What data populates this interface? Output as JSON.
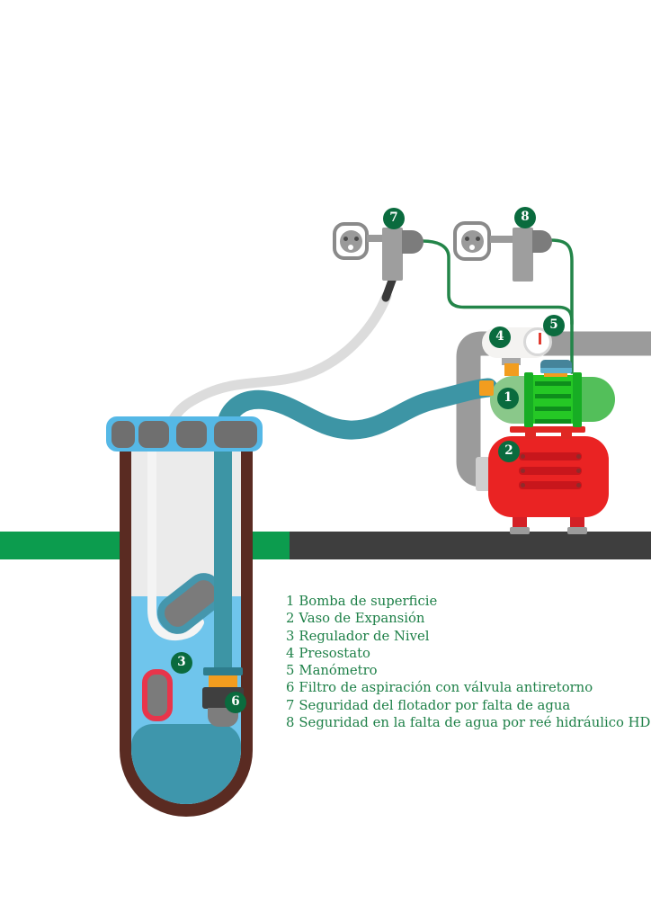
{
  "legend": {
    "items": [
      {
        "num": "1",
        "label": "Bomba de superficie"
      },
      {
        "num": "2",
        "label": "Vaso de Expansión"
      },
      {
        "num": "3",
        "label": "Regulador de Nivel"
      },
      {
        "num": "4",
        "label": "Presostato"
      },
      {
        "num": "5",
        "label": "Manómetro"
      },
      {
        "num": "6",
        "label": "Filtro de aspiración con válvula antiretorno"
      },
      {
        "num": "7",
        "label": "Seguridad del flotador por falta de agua"
      },
      {
        "num": "8",
        "label": "Seguridad en la falta de agua por reé hidráulico HDS"
      }
    ]
  },
  "badges": {
    "b1": "1",
    "b2": "2",
    "b3": "3",
    "b4": "4",
    "b5": "5",
    "b6": "6",
    "b7": "7",
    "b8": "8"
  },
  "palette": {
    "badge_green": "#0A6B3E",
    "legend_green": "#1E8048",
    "cable_green": "#238549",
    "grass_green": "#0C9C4E",
    "ground_dark": "#3E3E3E",
    "well_brown": "#5A2B22",
    "water_blue": "#6FC5EC",
    "deep_water_teal": "#3E96AC",
    "pipe_teal": "#3D95A5",
    "cap_blue": "#55B8E6",
    "pump_light_green": "#8AC88A",
    "pump_bright_green": "#25C825",
    "pump_dark_green": "#0E8E1C",
    "vessel_red": "#EA2323",
    "fitting_orange": "#F29D1F",
    "pipe_gray": "#9B9B9B",
    "cable_light_gray": "#DCDCDC"
  }
}
